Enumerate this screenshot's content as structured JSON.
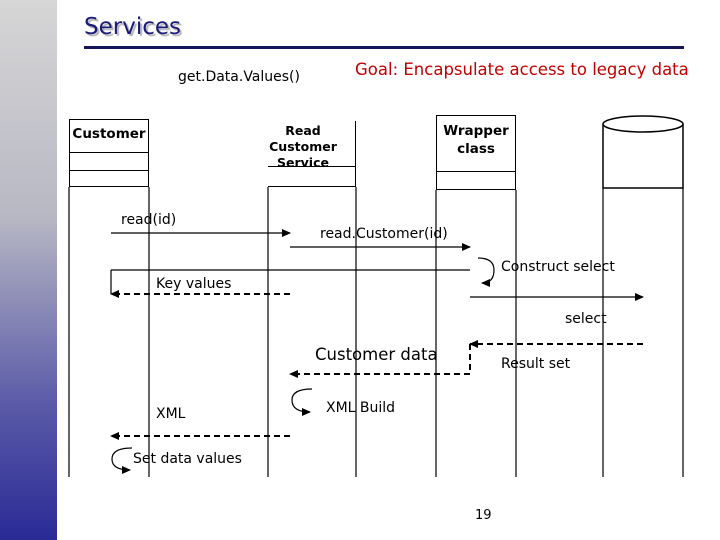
{
  "slide": {
    "title": "Services",
    "goal": "Goal: Encapsulate access to legacy data",
    "page_number": "19"
  },
  "lifelines": {
    "customer": "Customer",
    "read_service": "Read Customer Service",
    "wrapper": "Wrapper class"
  },
  "messages": {
    "get_data_values": "get.Data.Values()",
    "read_id": "read(id)",
    "read_customer_id": "read.Customer(id)",
    "construct_select": "Construct select",
    "key_values": "Key values",
    "select": "select",
    "customer_data": "Customer data",
    "result_set": "Result set",
    "xml": "XML",
    "xml_build": "XML Build",
    "set_data_values": "Set data values"
  },
  "colors": {
    "goal": "#c00000",
    "title": "#1a1a7a",
    "rule": "#14145a"
  }
}
